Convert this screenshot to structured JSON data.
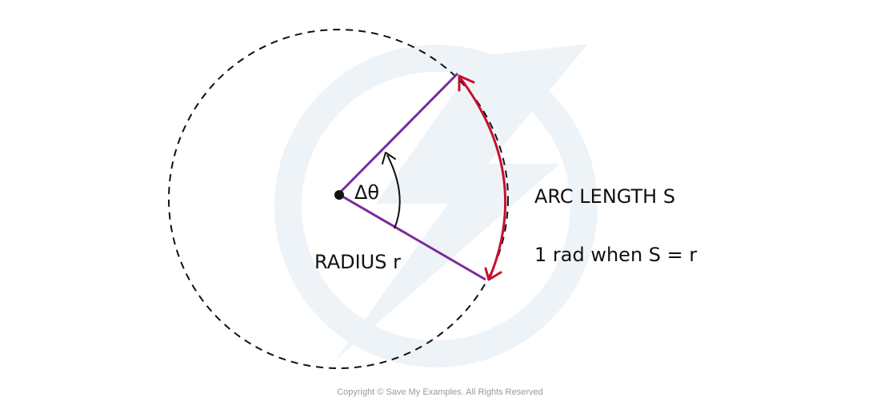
{
  "diagram": {
    "angle_label": "Δθ",
    "arc_label": "ARC LENGTH S",
    "definition_label": "1 rad when S = r",
    "radius_label": "RADIUS r"
  },
  "footer": {
    "copyright": "Copyright © Save My Examples. All Rights Reserved"
  },
  "colors": {
    "radius_line": "#7b2a9a",
    "arc_arrow": "#c8102e",
    "circle": "#111111",
    "watermark": "#e8eef5"
  }
}
